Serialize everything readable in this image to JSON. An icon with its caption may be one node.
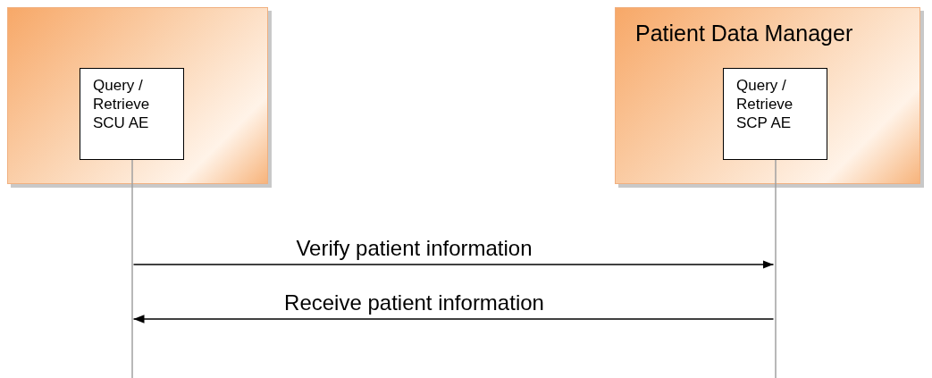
{
  "diagram": {
    "nodes": [
      {
        "text": [],
        "shape": "box"
      },
      {
        "text": [
          "Query / Retrieve SCU AE"
        ],
        "in": 0
      },
      {
        "text": [
          "Patient Data Manager"
        ]
      },
      {
        "text": [
          "Query / Retrieve SCP AE"
        ],
        "in": 2
      },
      {
        "text": [],
        "shape": "line"
      },
      {
        "text": [],
        "shape": "line"
      }
    ],
    "edges": [
      {
        "from": 4,
        "to": 5,
        "arrow": "to",
        "label": "Verify patient information"
      },
      {
        "from": 5,
        "to": 4,
        "arrow": "to",
        "label": "Receive patient information"
      }
    ]
  }
}
